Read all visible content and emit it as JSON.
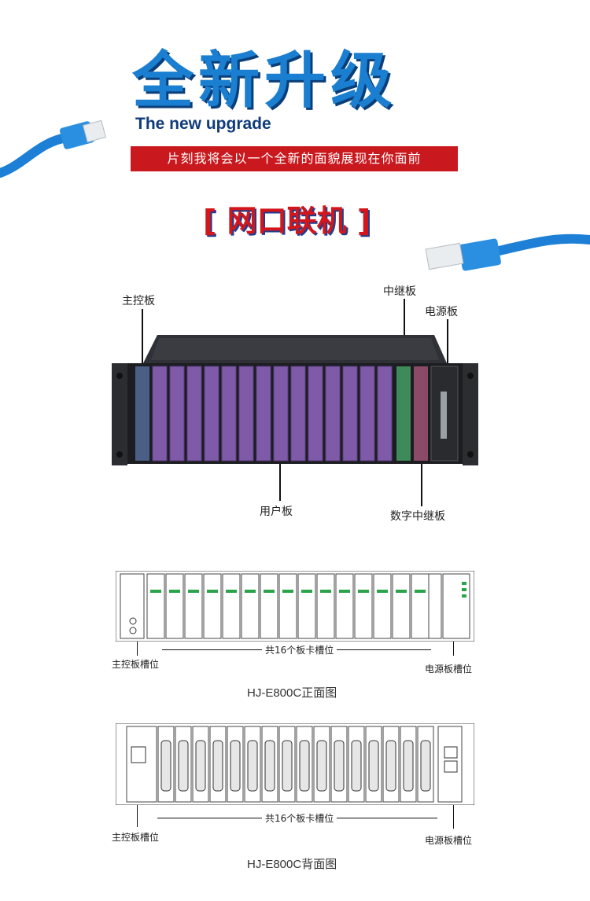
{
  "header": {
    "title_cn": "全新升级",
    "title_en": "The new upgrade",
    "subtitle": "片刻我将会以一个全新的面貌展现在你面前",
    "section_title": "[ 网口联机 ]"
  },
  "chassis_callouts": {
    "main_board": "主控板",
    "relay_board": "中继板",
    "power_board": "电源板",
    "user_board": "用户板",
    "digital_relay_board": "数字中继板"
  },
  "front_diagram": {
    "main_slot_label": "主控板槽位",
    "slots_label": "共16个板卡槽位",
    "power_slot_label": "电源板槽位",
    "caption": "HJ-E800C正面图"
  },
  "back_diagram": {
    "main_slot_label": "主控板槽位",
    "slots_label": "共16个板卡槽位",
    "power_slot_label": "电源板槽位",
    "caption": "HJ-E800C背面图"
  },
  "colors": {
    "accent_blue": "#1a7fd0",
    "accent_red": "#c9191e",
    "user_board": "#7e5aa8",
    "main_board": "#4b5f86",
    "relay_board": "#3f8a5a",
    "digital_relay_board": "#8a4a68"
  },
  "icons": [
    "ethernet-cable-icon"
  ]
}
